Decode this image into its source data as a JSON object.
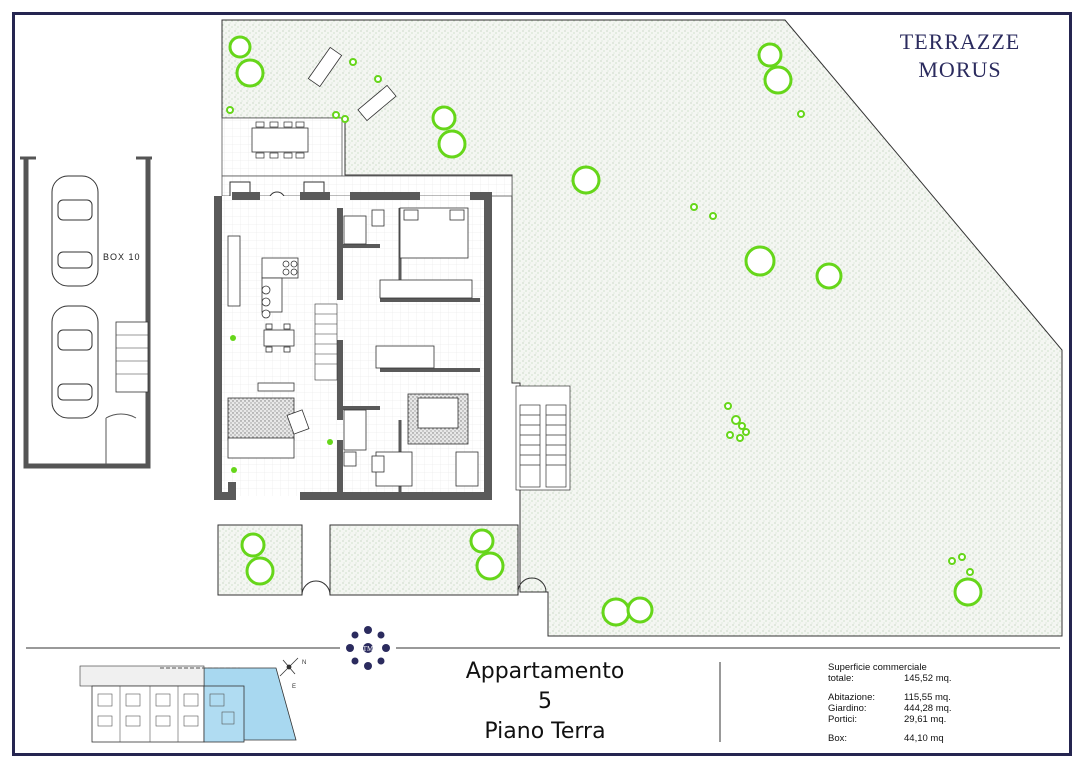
{
  "brand": {
    "line1": "TERRAZZE",
    "line2": "MORUS"
  },
  "logo_text": "TM",
  "box_label": "BOX 10",
  "title": {
    "line1": "Appartamento",
    "line2": "5",
    "line3": "Piano Terra"
  },
  "areas": {
    "heading": "Superficie commerciale",
    "total_label": "totale:",
    "total_value": "145,52 mq.",
    "rows": [
      {
        "label": "Abitazione:",
        "value": "115,55 mq."
      },
      {
        "label": "Giardino:",
        "value": "444,28 mq."
      },
      {
        "label": "Portici:",
        "value": "29,61 mq."
      }
    ],
    "box_label": "Box:",
    "box_value": "44,10 mq"
  },
  "compass": {
    "north": "N",
    "east": "E"
  },
  "colors": {
    "frame": "#252550",
    "brand": "#2b2b5e",
    "tree": "#66d61a",
    "wall": "#5a5a5a",
    "keyplan_highlight": "#a8d8f0"
  }
}
